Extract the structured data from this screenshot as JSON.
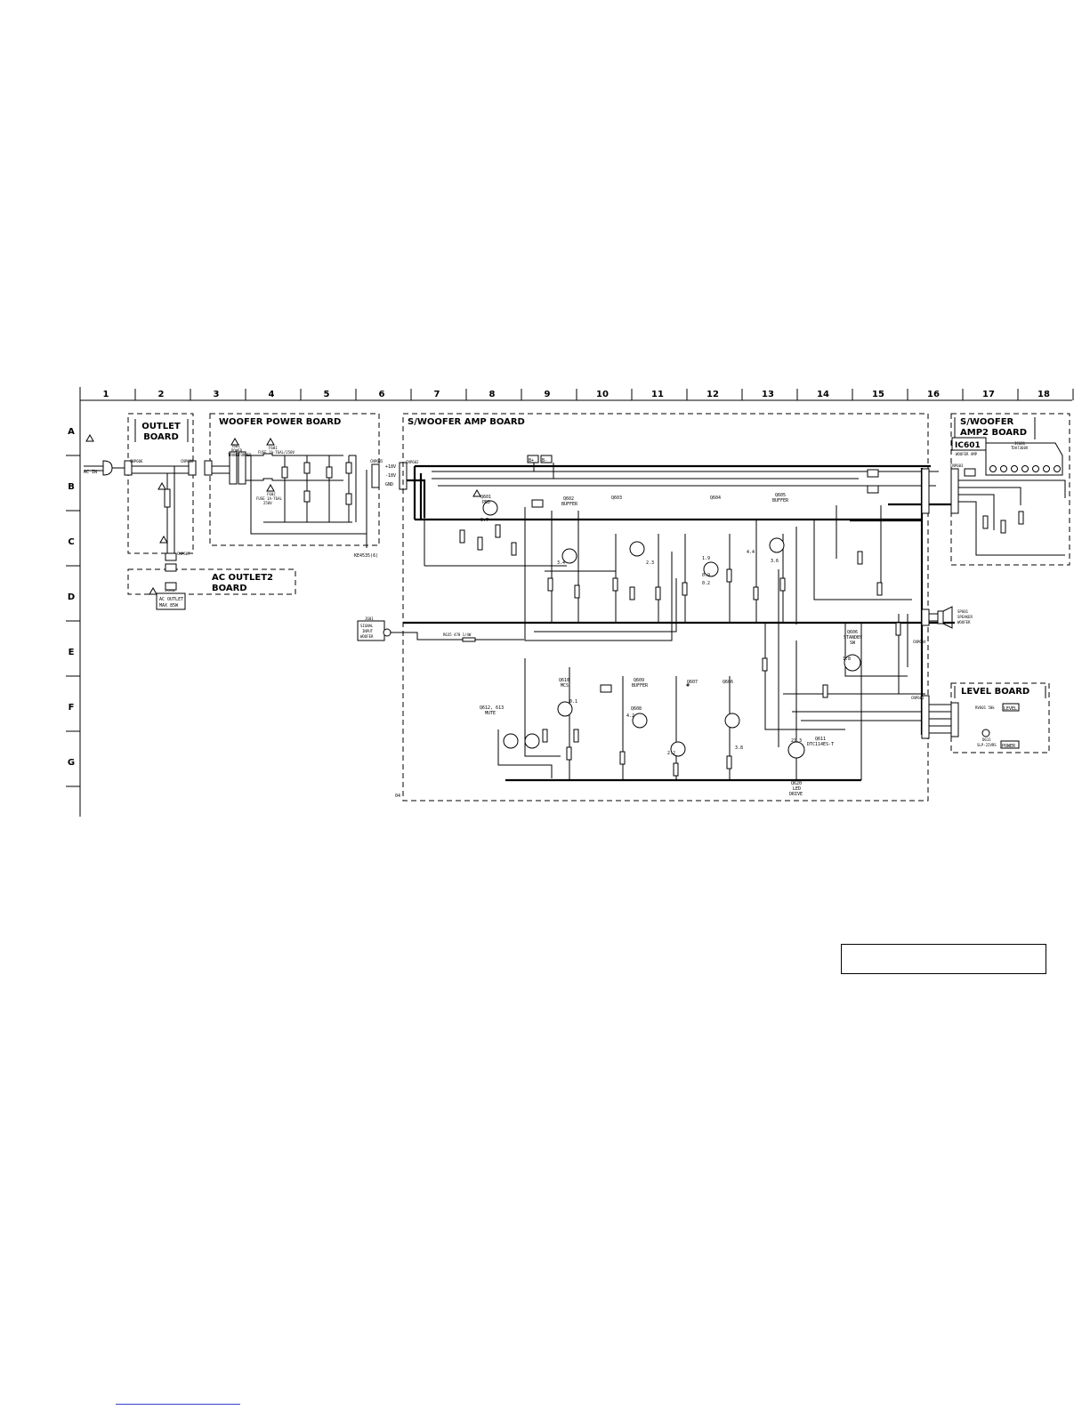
{
  "grid": {
    "columns": [
      "1",
      "2",
      "3",
      "4",
      "5",
      "6",
      "7",
      "8",
      "9",
      "10",
      "11",
      "12",
      "13",
      "14",
      "15",
      "16",
      "17",
      "18"
    ],
    "rows": [
      "A",
      "B",
      "C",
      "D",
      "E",
      "F",
      "G"
    ]
  },
  "boards": {
    "outlet": [
      "OUTLET",
      "BOARD"
    ],
    "woofer_power": "WOOFER POWER BOARD",
    "amp": "S/WOOFER AMP BOARD",
    "ac_outlet2": [
      "AC OUTLET2",
      "BOARD"
    ],
    "amp2": [
      "S/WOOFER",
      "AMP2 BOARD"
    ],
    "level": "LEVEL BOARD"
  },
  "labels": {
    "ac_in": "AC IN",
    "cnp606": "CNP606",
    "cnp608": "CNP608",
    "cnp607": "CNP607",
    "cnp601": "CNP601",
    "cnp602": "CNP602",
    "cnp605": "CNP605",
    "cnp604": "CNP604",
    "cnp603": "CNP603",
    "ac_outlet_max": [
      "AC OUTLET",
      "MAX 85W"
    ],
    "j602": "J602",
    "power_transformer": [
      "T601",
      "POWER",
      "TRANSFORMER"
    ],
    "fuse_f601": [
      "F601",
      "FUSE 1A-T6AL/250V"
    ],
    "fuse_f602": [
      "F602",
      "FUSE 1A-T6AL",
      "250V"
    ],
    "rails": [
      "+18V",
      "-18V",
      "GND"
    ],
    "ic601": "IC601",
    "ic601_name": [
      "IC601",
      "TDA7360V"
    ],
    "woofer_amp": "WOOFER AMP",
    "ke_note": "KE4535(6)",
    "j601": "J601",
    "signal_input": [
      "SIGNAL",
      "INPUT",
      "WOOFER"
    ],
    "r635": "R635 470 1/4W",
    "sp601": [
      "SP601",
      "SPEAKER",
      "WOOFER"
    ],
    "level_rv601": "RV601 50k",
    "level_tag": "LEVEL",
    "power_tag": "POWER",
    "d611": [
      "D611",
      "SLP-22VRS"
    ],
    "q601": [
      "Q601",
      "PED"
    ],
    "q602": [
      "Q602",
      "BUFFER"
    ],
    "q603": "Q603",
    "q604": "Q604",
    "q605": [
      "Q605",
      "BUFFER"
    ],
    "q606_standby": [
      "Q606",
      "STANDBY",
      "SW"
    ],
    "q608": "Q608",
    "q606b": "Q606",
    "q607": "Q607",
    "q609": [
      "Q609",
      "BUFFER"
    ],
    "q610": [
      "Q610",
      "MCS"
    ],
    "q612": [
      "Q612, 613",
      "MUTE"
    ],
    "q620": [
      "Q620",
      "LED",
      "DRIVE"
    ],
    "q611": [
      "Q611",
      "DTC114ES-T"
    ],
    "bus_b1": "B+",
    "bus_b2": "B-",
    "volt_labels": [
      "9.7",
      "3.4",
      "2.3",
      "1.9",
      "0.9",
      "0.2",
      "4.4",
      "3.6",
      "1.8",
      "0.1",
      "21.3",
      "3.8",
      "2.2",
      "4.2"
    ],
    "page_marker": "04"
  }
}
